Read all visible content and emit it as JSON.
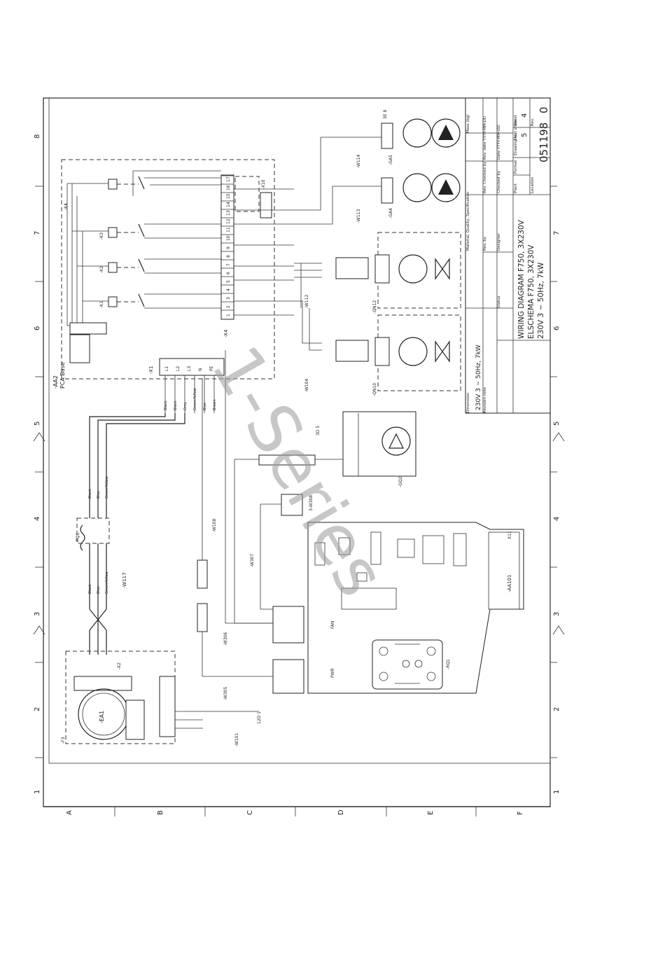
{
  "frame": {
    "col_numbers": [
      "1",
      "2",
      "3",
      "4",
      "5",
      "6",
      "7",
      "8"
    ],
    "row_letters": [
      "A",
      "B",
      "C",
      "D",
      "E",
      "F"
    ]
  },
  "title_block": {
    "title_1": "WIRING DIAGRAM F750, 3X230V",
    "title_2": "ELSCHEMA F750, 3X230V",
    "title_3": "230V 3 ~ 50Hz, 7kW",
    "dimension_value": "230V 3 ~ 50Hz, 7kW",
    "drawing_no": "051198",
    "rev": "0",
    "sheet": "4",
    "next_sheet": "5",
    "labels": {
      "mass": "Mass (kg)",
      "material": "Material, Quality, Specification",
      "dimension": "Dimension",
      "revision_note": "Revision note",
      "status": "Status",
      "rev_by": "Rev. by",
      "designer": "Designer",
      "rev_checked_by": "Rev. Checked by",
      "checked_by": "Checked by",
      "rev_date": "Rev. date YYYY-MM-DD",
      "date": "Date YYYY-MM-DD",
      "format": "Format",
      "drawing_no": "Drawing no.",
      "location": "Location",
      "plant": "Plant",
      "sheet": "Sheet",
      "next_sheet": "Next sheet",
      "rev": "Rev."
    }
  },
  "components": {
    "aa2": "-AA2",
    "aa2_sub": "PCA Base",
    "x4": "-X4",
    "x10": "-X10",
    "x1": "-X1",
    "x2": "-X2",
    "k4": "-K4",
    "k3": "-K3",
    "k2": "-K2",
    "k1": "-K1",
    "ga5": "-GA5",
    "ga4": "-GA4",
    "qn10": "-QN10",
    "qn12": "-QN12",
    "gq2": "-GQ2",
    "aa101": "-AA101",
    "rq1": "-RQ1",
    "ea1": "-EA1",
    "fq1": "-FQ1",
    "f3": "-F3",
    "w101": "-W101",
    "w104": "-W104",
    "w112": "-W112",
    "w113": "-W113",
    "w114": "-W114",
    "w117": "-W117",
    "w108": "-W108",
    "w307": "-W307",
    "w306": "-W306",
    "w305": "-W305",
    "w308": "3-W308",
    "ref_3e": "3E 8",
    "ref_3d": "3D 5",
    "ref_12d": "12D 1",
    "fan": "FAN",
    "pwr": "PWR",
    "x11": "X11"
  },
  "x4_terminals": [
    "1",
    "2",
    "3",
    "4",
    "5",
    "6",
    "7",
    "8",
    "9",
    "10",
    "11",
    "12",
    "13",
    "14",
    "15",
    "16",
    "17"
  ],
  "x1_terminals": [
    "L1",
    "L2",
    "L3",
    "N",
    "PE"
  ],
  "wire_colors_x1": [
    "Black",
    "Black",
    "Grey",
    "Green-Yellow",
    "Blue",
    "Brown"
  ],
  "wire_colors_w117": [
    "Black",
    "Blue",
    "Green-Yellow"
  ],
  "wire_colors_w117_low": [
    "Black",
    "Blue",
    "Green-Yellow"
  ],
  "watermark": "1-Series",
  "colors": {
    "ink": "#222222",
    "watermark": "#9a9a9a"
  }
}
